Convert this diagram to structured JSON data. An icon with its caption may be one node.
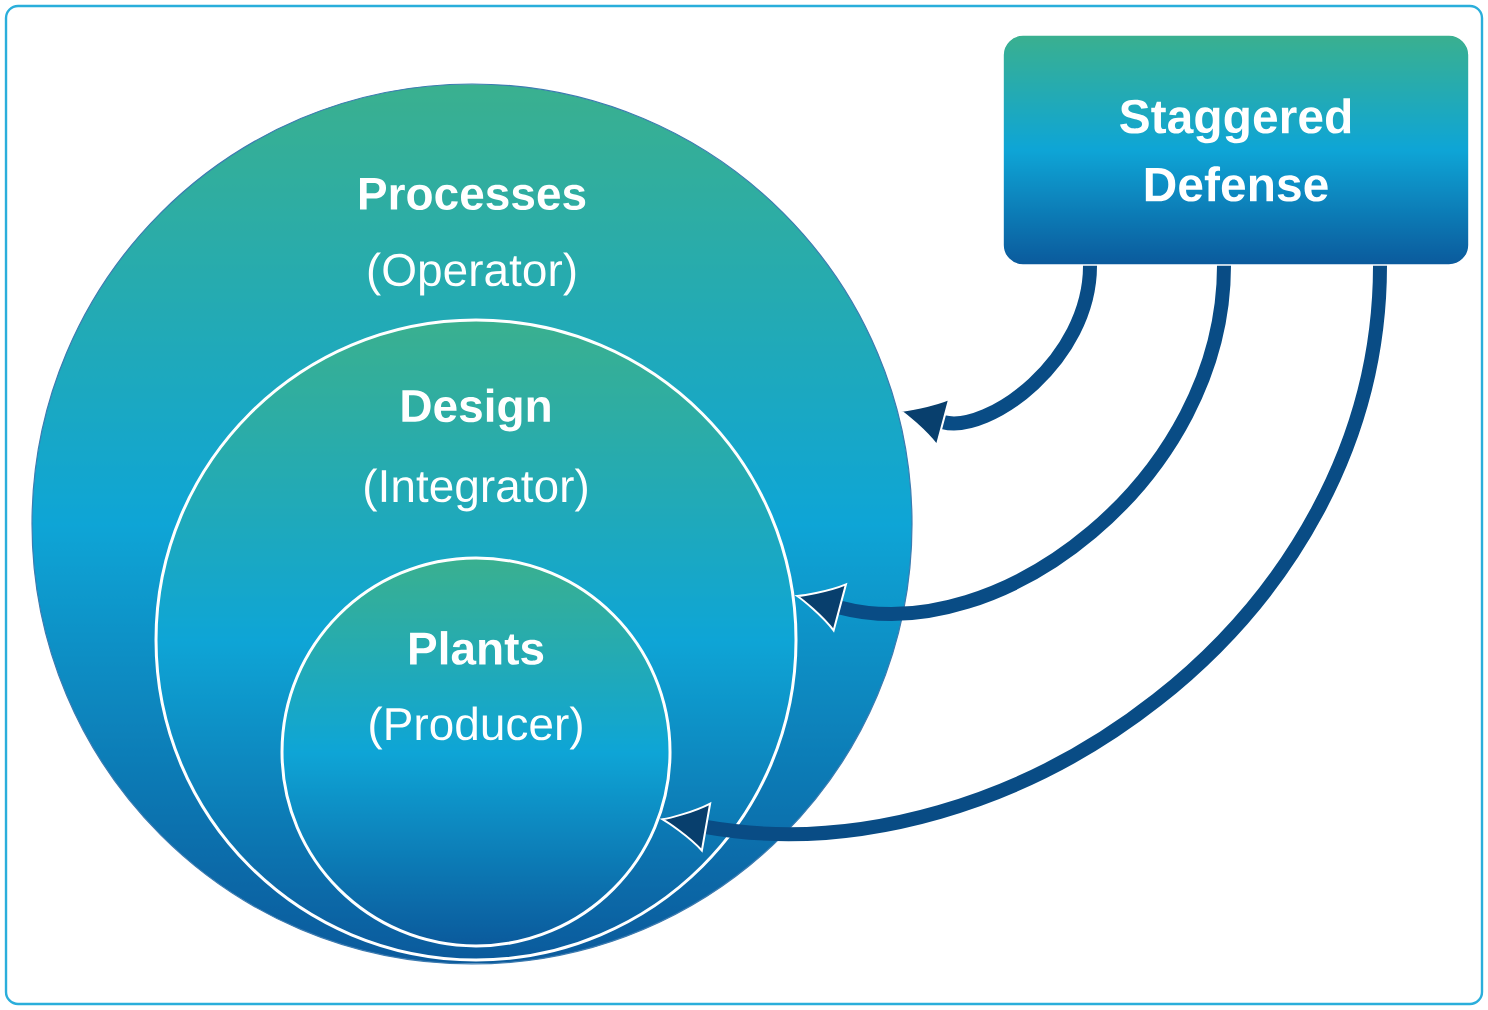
{
  "diagram": {
    "nodes": [
      {
        "text": [
          "Processes",
          "(Operator)"
        ]
      },
      {
        "text": [
          "Design",
          "(Integrator)"
        ],
        "in": 0
      },
      {
        "text": [
          "Plants",
          "(Producer)"
        ],
        "in": 1
      },
      {
        "text": [
          "Staggered Defense"
        ]
      }
    ],
    "edges": [
      {
        "from": 3,
        "to": 0,
        "arrow": "to"
      },
      {
        "from": 3,
        "to": 1,
        "arrow": "to"
      },
      {
        "from": 3,
        "to": 2,
        "arrow": "to"
      }
    ]
  }
}
